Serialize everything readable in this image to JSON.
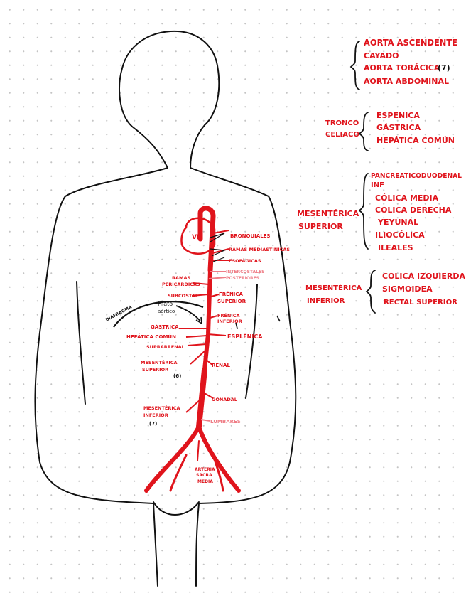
{
  "colors": {
    "artery": "#e0141c",
    "artery_light": "#ef7d86",
    "outline": "#111111",
    "background": "#ffffff",
    "grid_dots": "#c4c4c4"
  },
  "aorta_key": [
    "AORTA ASCENDENTE",
    "CAYADO",
    "AORTA TORÁCICA",
    "(7)",
    "AORTA ABDOMINAL"
  ],
  "tronco_celiaco": {
    "title_line1": "TRONCO",
    "title_line2": "CELIACO",
    "branches": [
      "ESPENICA",
      "GÁSTRICA",
      "HEPÁTICA COMÚN"
    ]
  },
  "mesenterica_superior": {
    "title_line1": "MESENTÉRICA",
    "title_line2": "SUPERIOR",
    "branches": [
      "PANCREATICODUODENAL",
      "INF",
      "CÓLICA MEDIA",
      "CÓLICA DERECHA",
      "YEYUNAL",
      "ILIOCÓLICA",
      "ILEALES"
    ]
  },
  "mesenterica_inferior": {
    "title_line1": "MESENTÉRICA",
    "title_line2": "INFERIOR",
    "branches": [
      "CÓLICA IZQUIERDA",
      "SIGMOIDEA",
      "RECTAL SUPERIOR"
    ]
  },
  "diagram_labels": {
    "heart": "VI",
    "bronquiales": "BRONQUIALES",
    "mediastinicas": "RAMAS MEDIASTÍNICAS",
    "esofagicas": "ESOFÁGICAS",
    "intercostales_1": "INTERCOSTALES",
    "intercostales_2": "POSTERIORES",
    "pericardicas_1": "RAMAS",
    "pericardicas_2": "PERICÁRDICAS",
    "subcostal": "SUBCOSTAL",
    "frenica_sup_1": "FRÉNICA",
    "frenica_sup_2": "SUPERIOR",
    "diafragma": "DIAFRAGMA",
    "hiato_1": "Hiato",
    "hiato_2": "aórtico",
    "frenica_inf_1": "FRÉNICA",
    "frenica_inf_2": "INFERIOR",
    "gastrica": "GÁSTRICA",
    "hepatica": "HEPÁTICA COMÚN",
    "esplenica": "ESPLÉNICA",
    "suprarrenal": "SUPRARRENAL",
    "mes_sup_1": "MESENTÉRICA",
    "mes_sup_2": "SUPERIOR",
    "mes_sup_num": "(6)",
    "renal": "RENAL",
    "gonadal": "GONADAL",
    "mes_inf_1": "MESENTÉRICA",
    "mes_inf_2": "INFERIOR",
    "mes_inf_num": "(7)",
    "lumbares": "LUMBARES",
    "sacra_1": "ARTERIA",
    "sacra_2": "SACRA",
    "sacra_3": "MEDIA"
  }
}
